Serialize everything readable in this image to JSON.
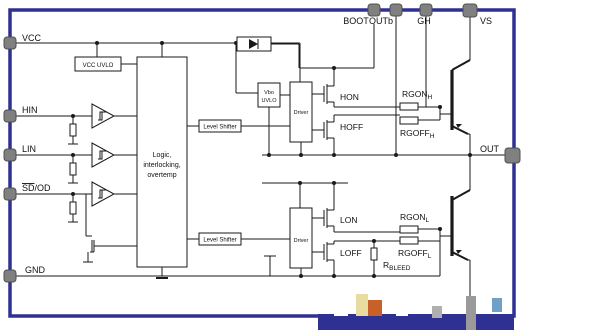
{
  "pins": {
    "vcc": "VCC",
    "hin": "HIN",
    "lin": "LIN",
    "sd_prefix": "SD",
    "sd_suffix": "/OD",
    "gnd": "GND",
    "boot": "BOOT",
    "outb": "OUTb",
    "gh": "GH",
    "vs": "VS",
    "out": "OUT"
  },
  "blocks": {
    "vcc_uvlo": "VCC UVLO",
    "logic_line1": "Logic,",
    "logic_line2": "interlocking,",
    "logic_line3": "overtemp",
    "level_shifter_high": "Level Shifter",
    "level_shifter_low": "Level Shifter",
    "vbo_uvlo_line1": "Vbo",
    "vbo_uvlo_line2": "UVLO",
    "driver_high": "Driver",
    "driver_low": "Driver"
  },
  "switches": {
    "hon": "HON",
    "hoff": "HOFF",
    "lon": "LON",
    "loff": "LOFF"
  },
  "resistors": {
    "rgon_h": "RGON",
    "rgon_h_sub": "H",
    "rgoff_h": "RGOFF",
    "rgoff_h_sub": "H",
    "rgon_l": "RGON",
    "rgon_l_sub": "L",
    "rgoff_l": "RGOFF",
    "rgoff_l_sub": "L",
    "rbleed": "R",
    "rbleed_sub": "BLEED"
  },
  "colors": {
    "frame_border": "#2e3192",
    "bottom_strip": "#2e3192",
    "pin_fill": "#808080",
    "wire": "#1a1a1a"
  }
}
